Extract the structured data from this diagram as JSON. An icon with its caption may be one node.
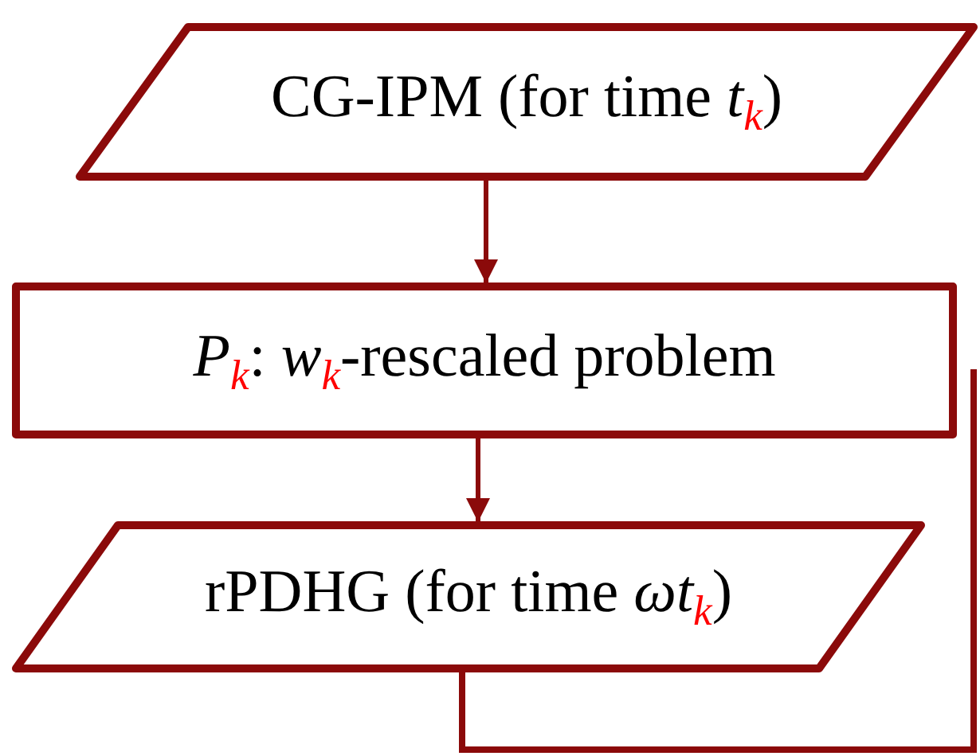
{
  "diagram": {
    "nodes": [
      {
        "text": [
          "CG-IPM (for time *t*$_{k}$)"
        ]
      },
      {
        "text": [
          "*P*$_{k}$: *w*$_{k}$-rescaled problem"
        ]
      },
      {
        "text": [
          "rPDHG (for time *ωt*$_{k}$)"
        ]
      }
    ],
    "edges": [
      {
        "from": 0,
        "to": 1,
        "arrow": "to"
      },
      {
        "from": 1,
        "to": 2,
        "arrow": "to"
      },
      {
        "from": 2,
        "to": null,
        "arrow": "none"
      }
    ]
  }
}
